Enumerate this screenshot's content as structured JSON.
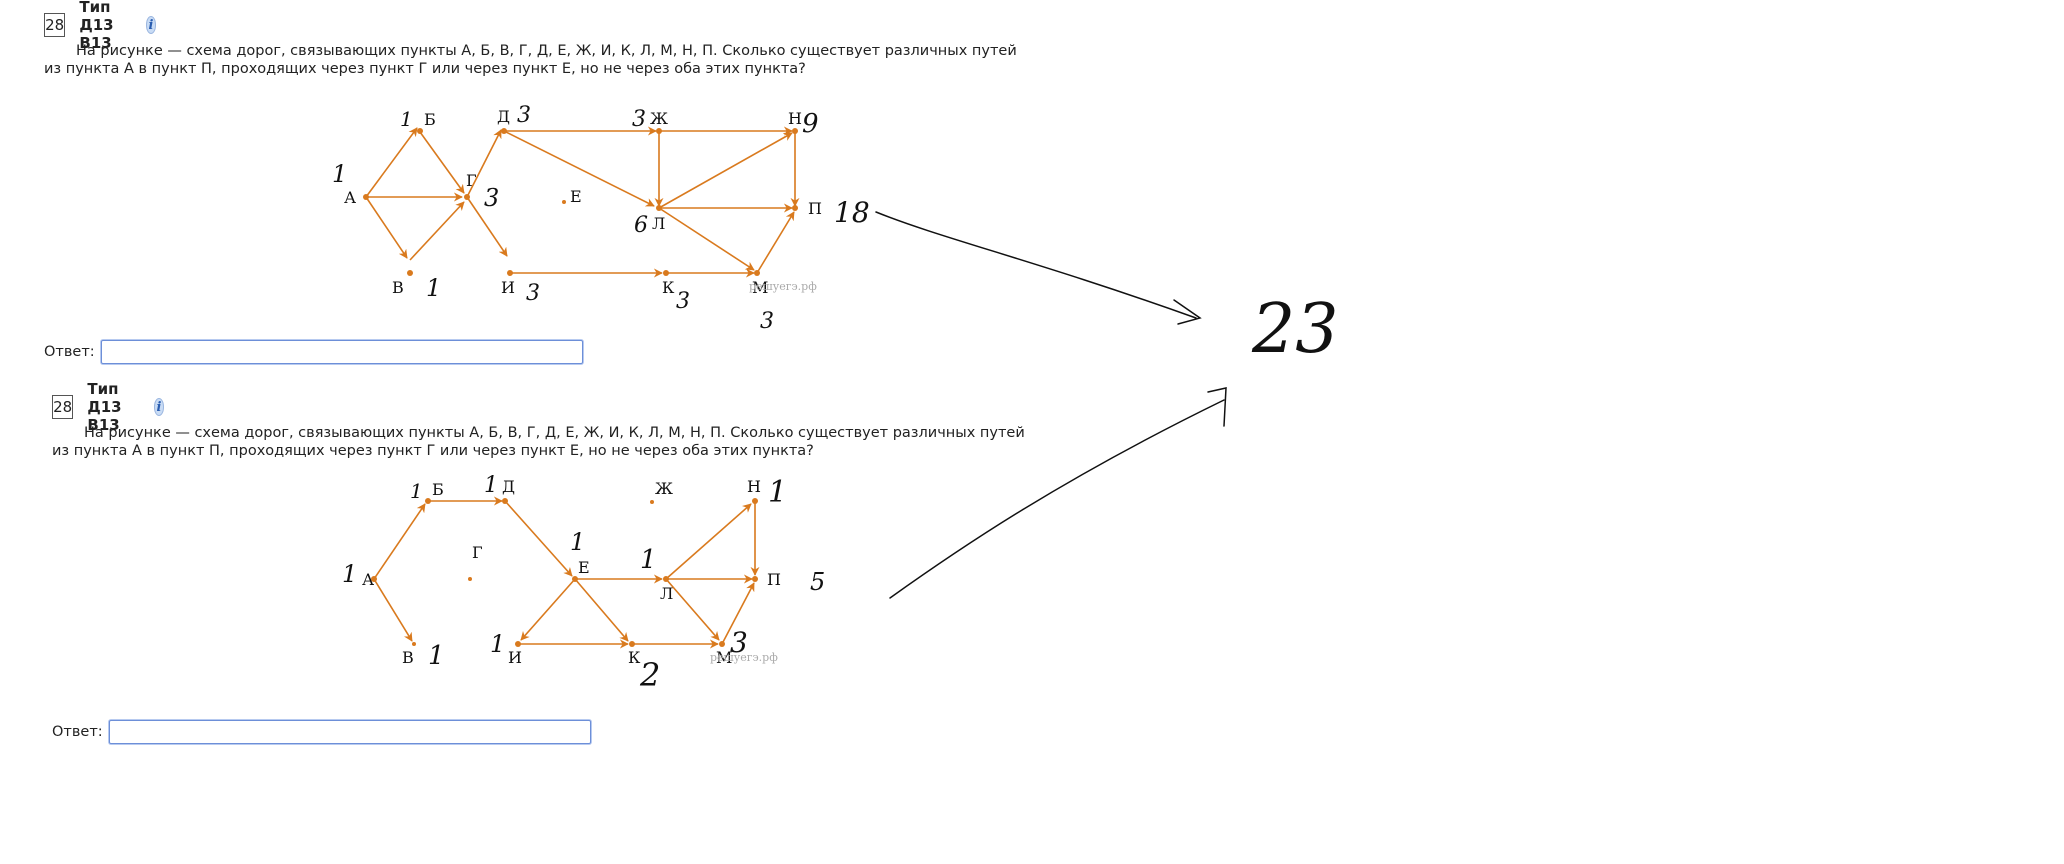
{
  "tasks": [
    {
      "number": "28",
      "type": "Тип Д13 B13",
      "info": "i",
      "text_line1": "На рисунке — схема дорог, связывающих пункты А, Б, В, Г, Д, Е, Ж, И, К, Л, М, Н, П. Сколько существует различных путей",
      "text_line2": "из пункта А в пункт П, проходящих через пункт Г или через пункт Е, но не через оба этих пункта?",
      "answer_label": "Ответ:",
      "answer_value": "",
      "watermark": "решуегэ.рф",
      "nodes": {
        "A": "А",
        "B": "Б",
        "V": "В",
        "G": "Г",
        "D": "Д",
        "E": "Е",
        "Zh": "Ж",
        "I": "И",
        "K": "К",
        "L": "Л",
        "M": "М",
        "N": "Н",
        "P": "П"
      },
      "notes": {
        "A": "1",
        "B": "1",
        "V": "1",
        "G": "3",
        "D": "3",
        "Zh": "3",
        "N": "9",
        "L": "6",
        "I": "3",
        "K": "3",
        "M": "3",
        "P": "18"
      }
    },
    {
      "number": "28",
      "type": "Тип Д13 B13",
      "info": "i",
      "text_line1": "На рисунке — схема дорог, связывающих пункты А, Б, В, Г, Д, Е, Ж, И, К, Л, М, Н, П. Сколько существует различных путей",
      "text_line2": "из пункта А в пункт П, проходящих через пункт Г или через пункт Е, но не через оба этих пункта?",
      "answer_label": "Ответ:",
      "answer_value": "",
      "watermark": "решуегэ.рф",
      "nodes": {
        "A": "А",
        "B": "Б",
        "V": "В",
        "G": "Г",
        "D": "Д",
        "E": "Е",
        "Zh": "Ж",
        "I": "И",
        "K": "К",
        "L": "Л",
        "M": "М",
        "N": "Н",
        "P": "П"
      },
      "notes": {
        "A": "1",
        "B": "1",
        "V": "1",
        "D": "1",
        "E": "1",
        "L": "1",
        "N": "1",
        "I": "1",
        "K": "2",
        "M": "3",
        "P": "5"
      }
    }
  ],
  "total_note": "23",
  "colors": {
    "edge": "#d97a1e",
    "ink": "#111111",
    "input_border": "#6d8fd8"
  }
}
